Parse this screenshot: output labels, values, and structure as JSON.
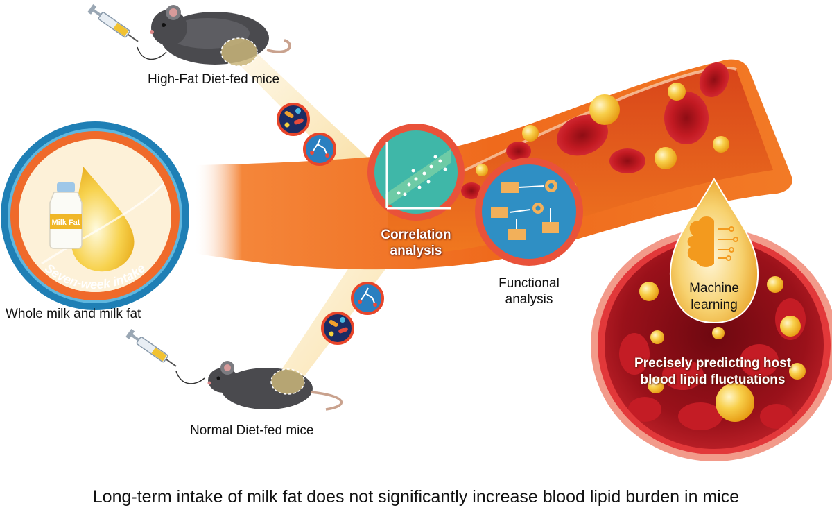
{
  "labels": {
    "high_fat_mice": "High-Fat Diet-fed mice",
    "normal_mice": "Normal Diet-fed mice",
    "whole_milk": "Whole milk and milk fat",
    "seven_week": "Seven-week intake",
    "milk_fat_bottle": "Milk Fat",
    "correlation": "Correlation analysis",
    "functional_line1": "Functional",
    "functional_line2": "analysis",
    "machine_line1": "Machine",
    "machine_line2": "learning",
    "predicting_line1": "Precisely predicting host",
    "predicting_line2": "blood lipid fluctuations",
    "conclusion": "Long-term intake of milk fat does not significantly increase blood lipid burden in mice"
  },
  "colors": {
    "vessel_orange": "#f06a1e",
    "vessel_dark": "#d94a12",
    "rbc_red": "#b3141c",
    "lipid_yellow": "#f7c33a",
    "panel_teal": "#3fb7a8",
    "panel_blue": "#2f8fc4",
    "ring_orange": "#ef6a2a",
    "ring_blue": "#1f7fb5"
  },
  "icons": [
    "syringe-icon",
    "mouse-icon",
    "milk-bottle-icon",
    "oil-drop-icon",
    "brain-icon",
    "bacteria-icon",
    "molecule-icon",
    "scatter-plot-icon",
    "flowchart-icon"
  ]
}
